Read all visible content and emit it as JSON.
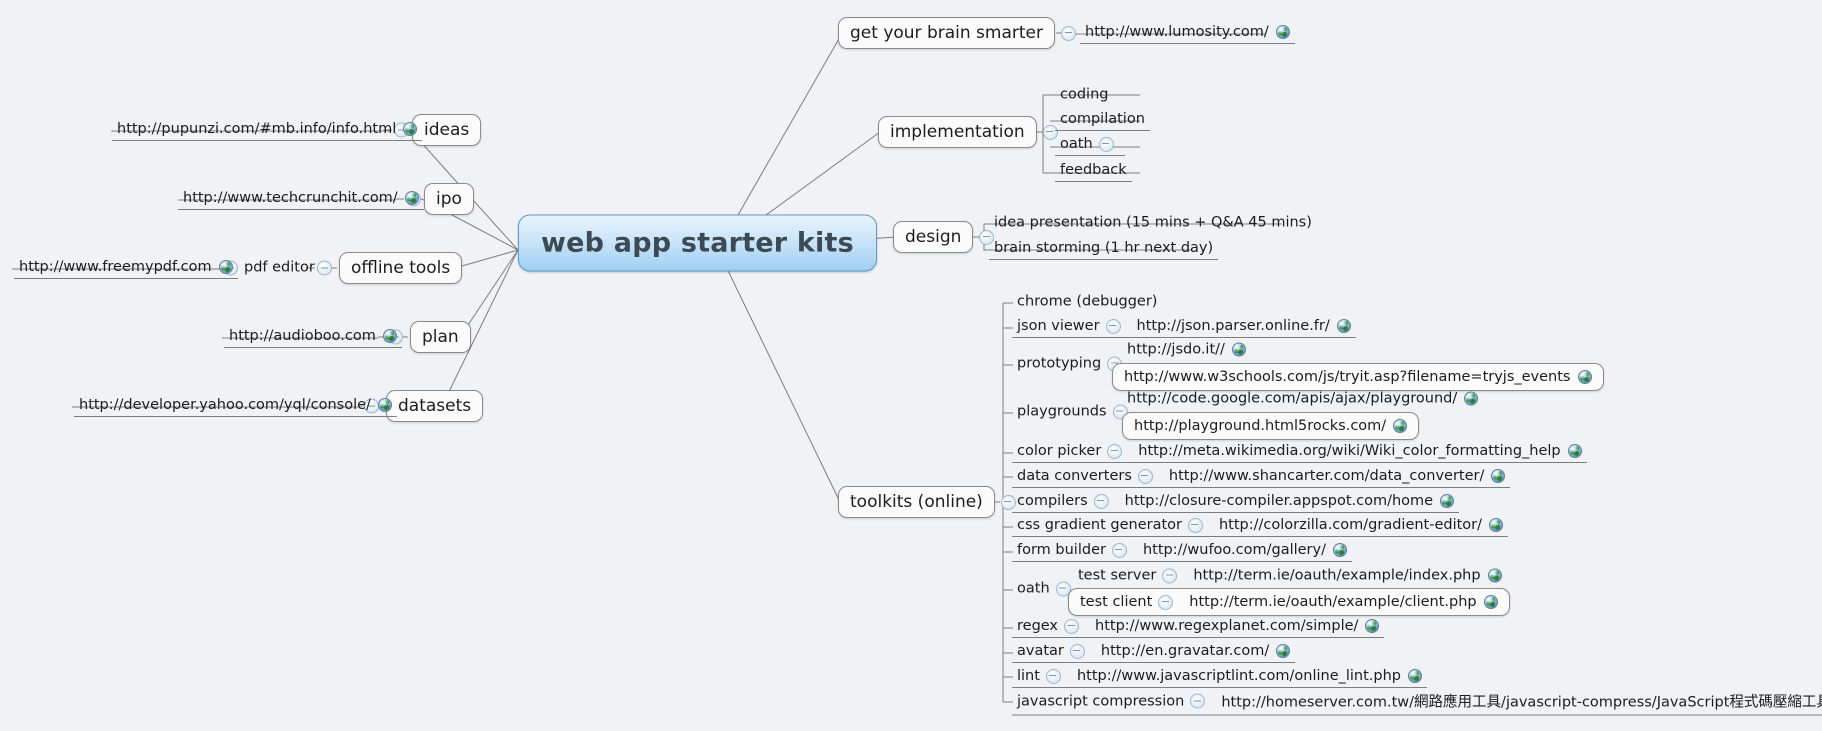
{
  "colors": {
    "canvas_background": "#f0f2f5",
    "root_fill_top": "#e8f3fd",
    "root_fill_bottom": "#9fd0f3",
    "root_border": "#5b9bd0",
    "node_border": "#8a8a8a",
    "branch_line": "#7d7d7d",
    "text": "#1c1c1c",
    "root_text": "#3b4a55"
  },
  "icons": {
    "collapse": "collapse-handle-icon",
    "link": "globe-icon"
  },
  "root": {
    "label": "web app starter kits"
  },
  "branches": {
    "get_your_brain_smarter": {
      "label": "get your brain smarter",
      "children": [
        {
          "label": "http://www.lumosity.com/",
          "has_globe": true
        }
      ]
    },
    "implementation": {
      "label": "implementation",
      "children": [
        {
          "label": "coding",
          "has_handle": false,
          "has_globe": false
        },
        {
          "label": "compilation",
          "has_handle": false,
          "has_globe": false
        },
        {
          "label": "oath",
          "has_handle": true,
          "has_globe": false
        },
        {
          "label": "feedback",
          "has_handle": false,
          "has_globe": false
        }
      ]
    },
    "design": {
      "label": "design",
      "children": [
        {
          "label": "idea presentation (15 mins + Q&A 45 mins)"
        },
        {
          "label": "brain storming (1 hr next day)"
        }
      ]
    },
    "ideas": {
      "label": "ideas",
      "children": [
        {
          "label": "http://pupunzi.com/#mb.info/info.html",
          "has_globe": true
        }
      ]
    },
    "ipo": {
      "label": "ipo",
      "children": [
        {
          "label": "http://www.techcrunchit.com/",
          "has_globe": true
        }
      ]
    },
    "offline_tools": {
      "label": "offline tools",
      "children": [
        {
          "label": "pdf editor",
          "children": [
            {
              "label": "http://www.freemypdf.com",
              "has_globe": true
            }
          ]
        }
      ]
    },
    "plan": {
      "label": "plan",
      "children": [
        {
          "label": "http://audioboo.com",
          "has_globe": true
        }
      ]
    },
    "datasets": {
      "label": "datasets",
      "children": [
        {
          "label": "http://developer.yahoo.com/yql/console/",
          "has_globe": true
        }
      ]
    },
    "toolkits_online": {
      "label": "toolkits (online)",
      "children": [
        {
          "label": "chrome (debugger)",
          "has_handle": false,
          "url": null
        },
        {
          "label": "json viewer",
          "has_handle": true,
          "url": "http://json.parser.online.fr/"
        },
        {
          "label": "prototyping",
          "has_handle": true,
          "urls": [
            {
              "label": "http://jsdo.it//",
              "boxed": false
            },
            {
              "label": "http://www.w3schools.com/js/tryit.asp?filename=tryjs_events",
              "boxed": true
            }
          ]
        },
        {
          "label": "playgrounds",
          "has_handle": true,
          "urls": [
            {
              "label": "http://code.google.com/apis/ajax/playground/",
              "boxed": false
            },
            {
              "label": "http://playground.html5rocks.com/",
              "boxed": true
            }
          ]
        },
        {
          "label": "color picker",
          "has_handle": true,
          "url": "http://meta.wikimedia.org/wiki/Wiki_color_formatting_help"
        },
        {
          "label": "data converters",
          "has_handle": true,
          "url": "http://www.shancarter.com/data_converter/"
        },
        {
          "label": "compilers",
          "has_handle": true,
          "url": "http://closure-compiler.appspot.com/home"
        },
        {
          "label": "css gradient generator",
          "has_handle": true,
          "url": "http://colorzilla.com/gradient-editor/"
        },
        {
          "label": "form builder",
          "has_handle": true,
          "url": "http://wufoo.com/gallery/"
        },
        {
          "label": "oath",
          "has_handle": true,
          "subs": [
            {
              "label": "test server",
              "has_handle": true,
              "url": "http://term.ie/oauth/example/index.php",
              "boxed": false
            },
            {
              "label": "test client",
              "has_handle": true,
              "url": "http://term.ie/oauth/example/client.php",
              "boxed": true
            }
          ]
        },
        {
          "label": "regex",
          "has_handle": true,
          "url": "http://www.regexplanet.com/simple/"
        },
        {
          "label": "avatar",
          "has_handle": true,
          "url": "http://en.gravatar.com/"
        },
        {
          "label": "lint",
          "has_handle": true,
          "url": "http://www.javascriptlint.com/online_lint.php"
        },
        {
          "label": "javascript compression",
          "has_handle": true,
          "url": "http://homeserver.com.tw/網路應用工具/javascript-compress/JavaScript程式碼壓縮工具.html"
        }
      ]
    }
  }
}
